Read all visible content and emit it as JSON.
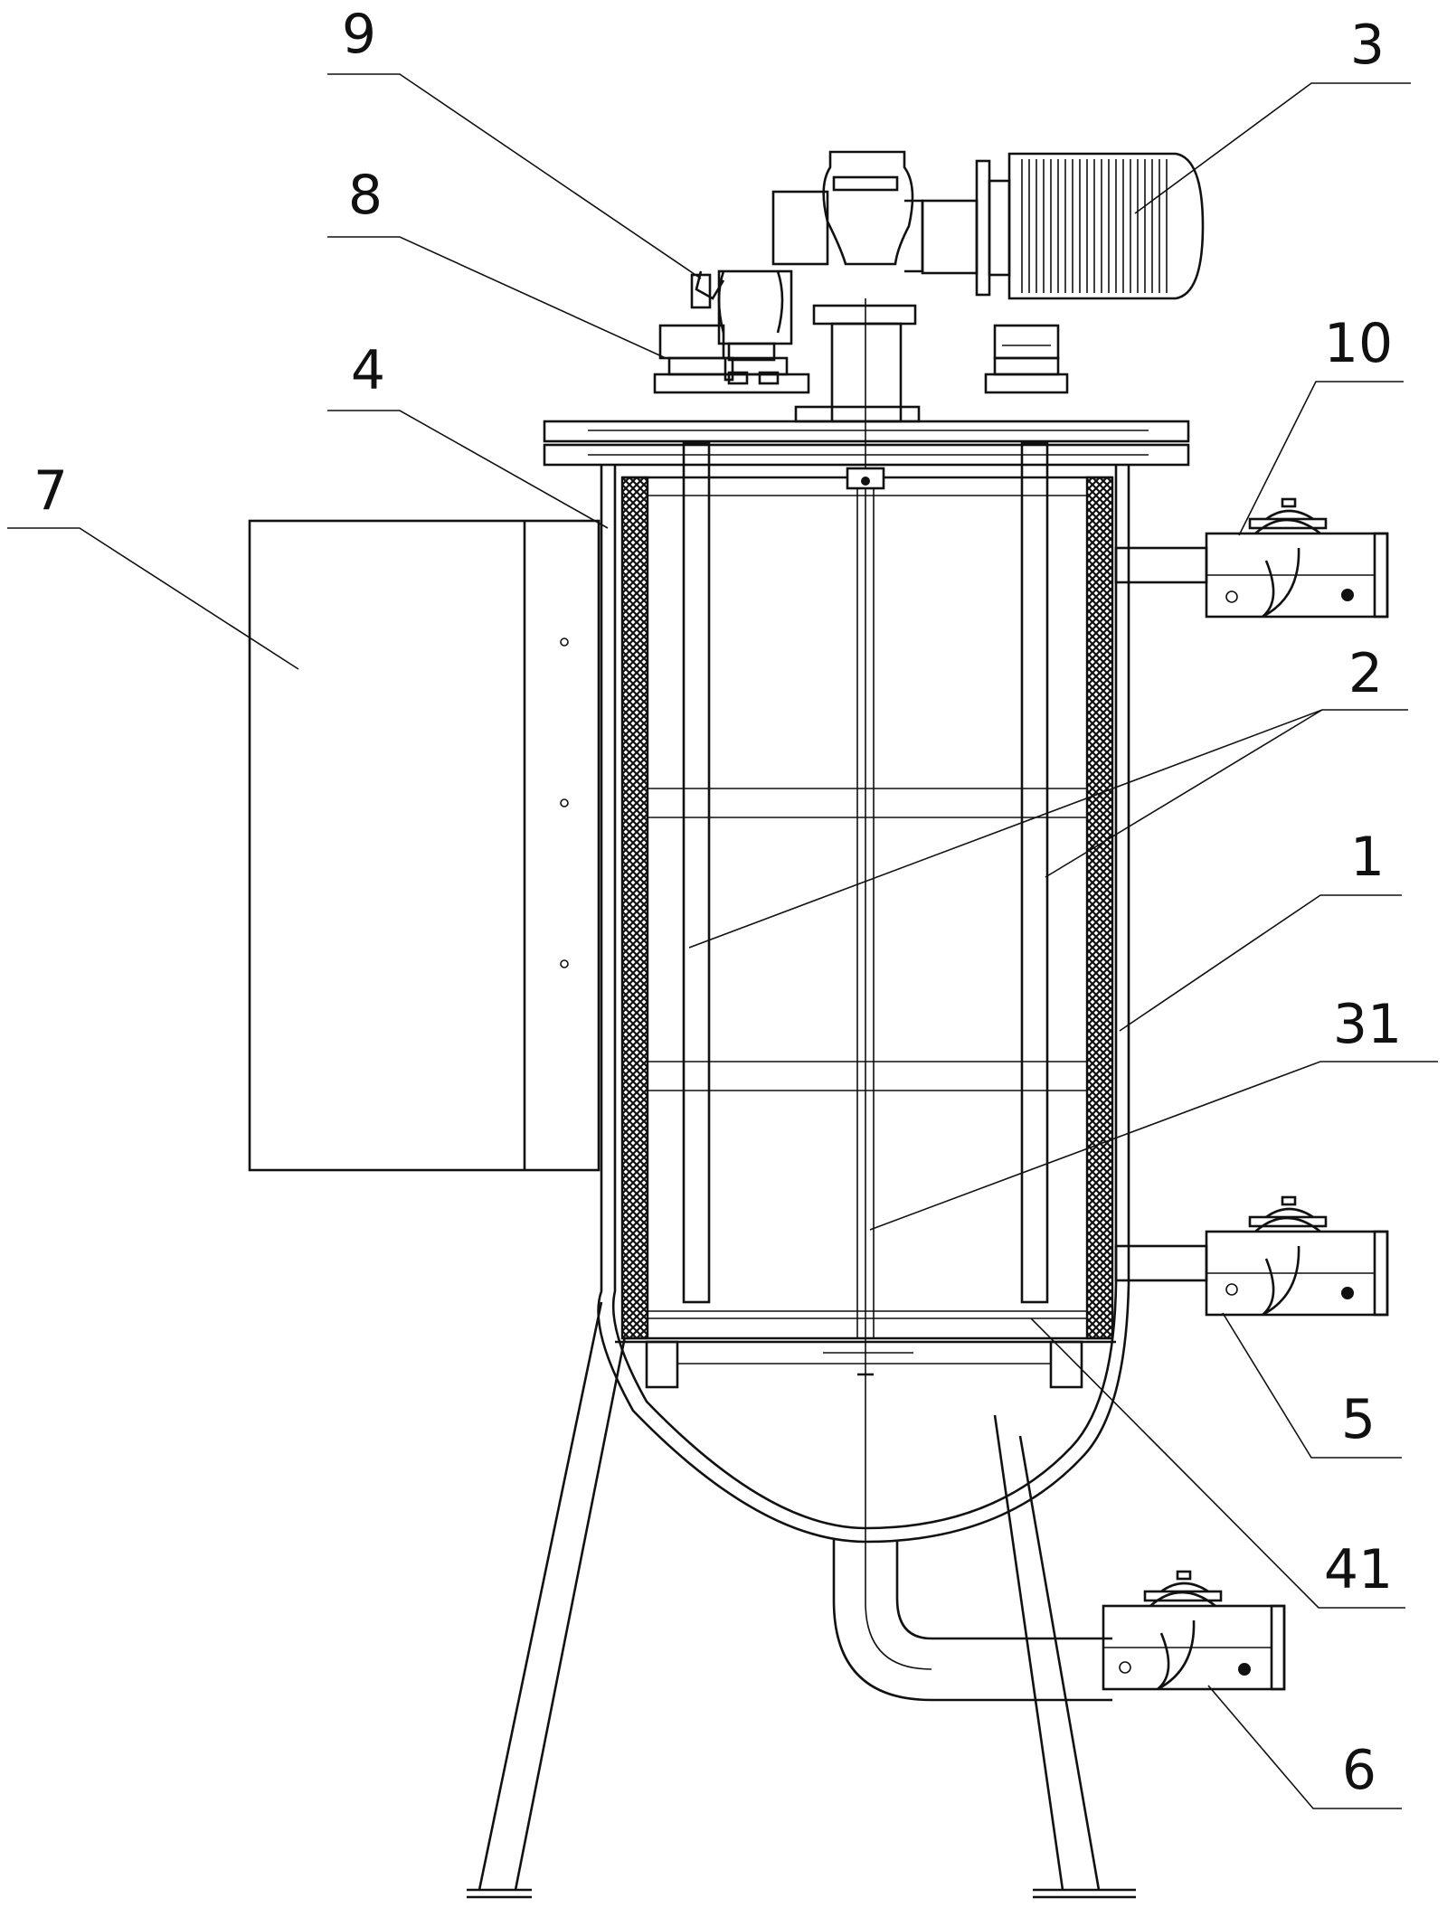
{
  "labels": {
    "l9": "9",
    "l3": "3",
    "l8": "8",
    "l10": "10",
    "l4": "4",
    "l7": "7",
    "l2": "2",
    "l1": "1",
    "l31": "31",
    "l5": "5",
    "l41": "41",
    "l6": "6"
  }
}
